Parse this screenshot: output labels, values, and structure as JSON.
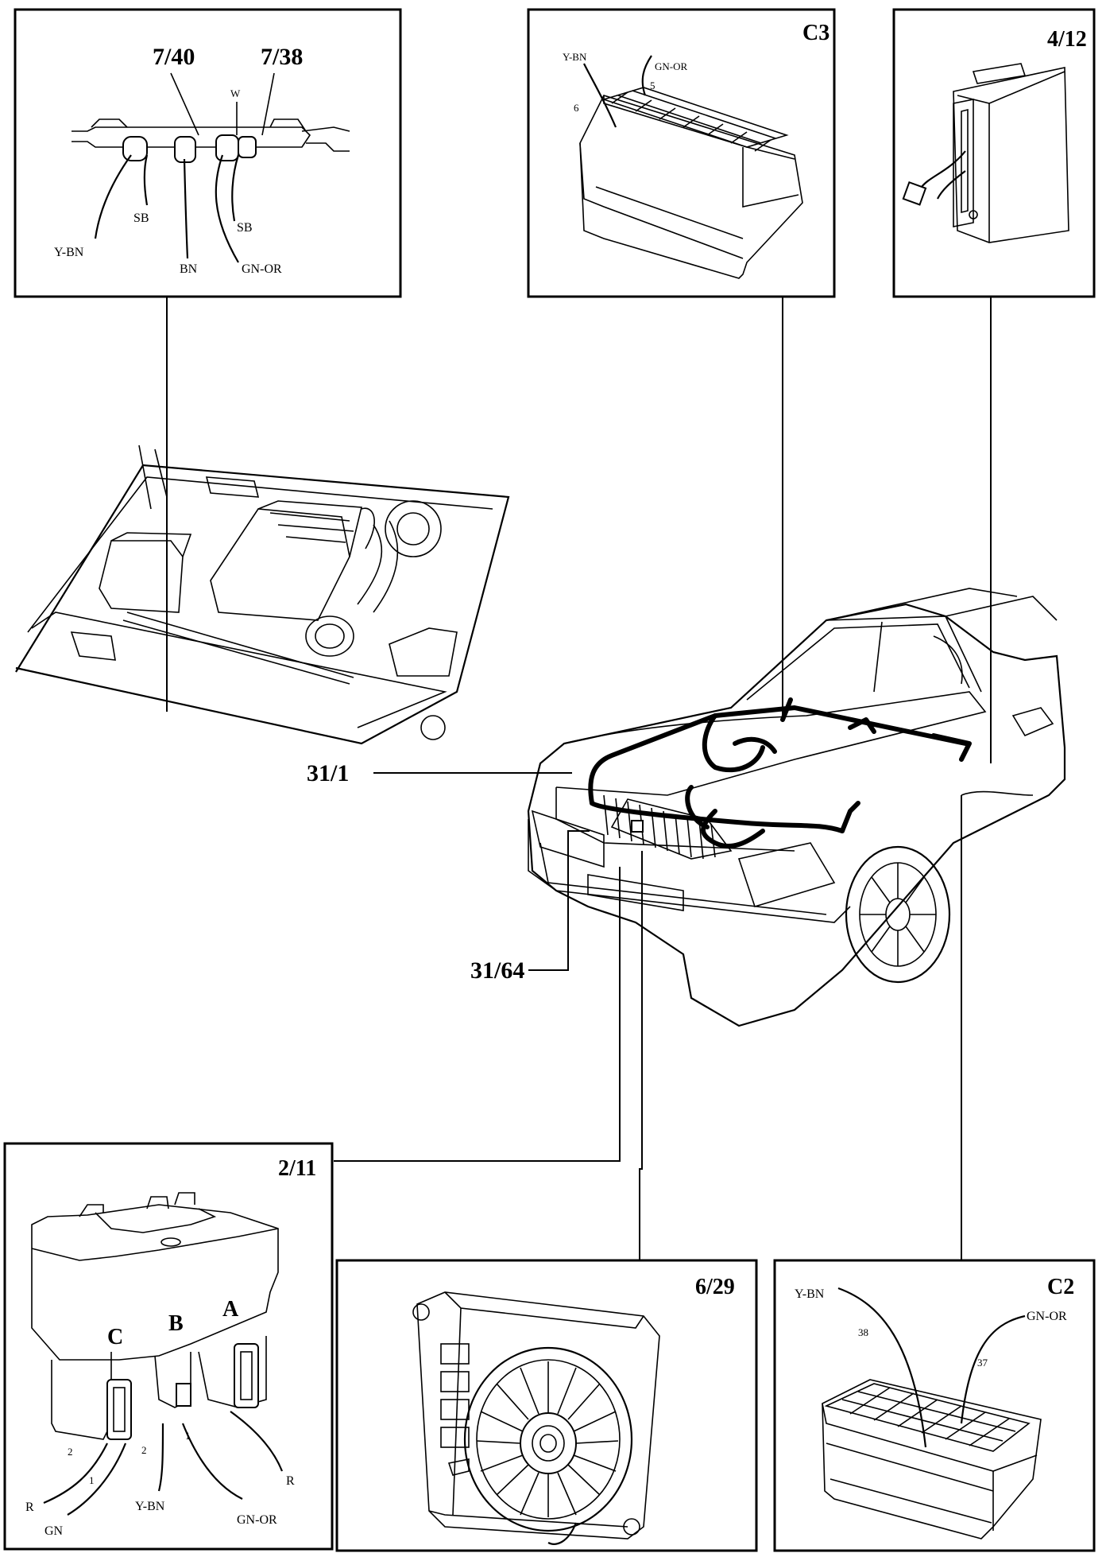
{
  "main_refs": {
    "ref_31_1": "31/1",
    "ref_31_64": "31/64"
  },
  "panel_7_40_7_38": {
    "ref_left": "7/40",
    "ref_right": "7/38",
    "wires": {
      "w": "W",
      "sb_left": "SB",
      "sb_right": "SB",
      "y_bn": "Y-BN",
      "bn": "BN",
      "gn_or": "GN-OR"
    }
  },
  "panel_c3": {
    "title": "C3",
    "wires": {
      "y_bn": "Y-BN",
      "gn_or": "GN-OR",
      "pin_6": "6",
      "pin_5": "5"
    }
  },
  "panel_4_12": {
    "title": "4/12"
  },
  "panel_2_11": {
    "title": "2/11",
    "terminals": {
      "c": "C",
      "b": "B",
      "a": "A"
    },
    "pins": {
      "c_2": "2",
      "c_1": "1",
      "b_2": "2",
      "b_1": "1"
    },
    "wires": {
      "r_left": "R",
      "gn": "GN",
      "y_bn": "Y-BN",
      "gn_or": "GN-OR",
      "r_right": "R"
    }
  },
  "panel_6_29": {
    "title": "6/29"
  },
  "panel_c2": {
    "title": "C2",
    "wires": {
      "y_bn": "Y-BN",
      "gn_or": "GN-OR",
      "pin_38": "38",
      "pin_37": "37"
    }
  }
}
